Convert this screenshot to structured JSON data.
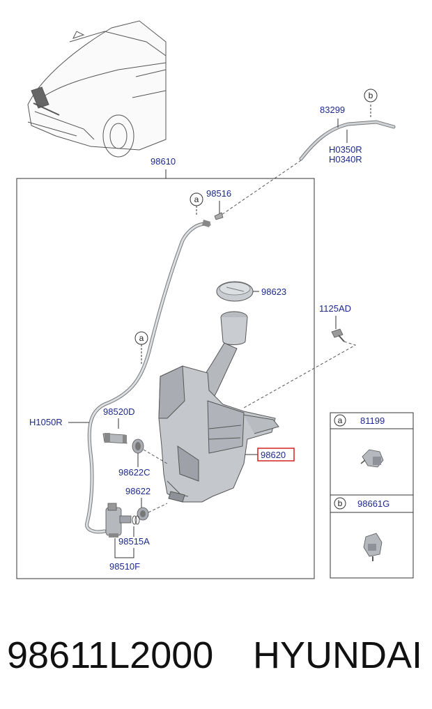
{
  "labels": {
    "p83299": "83299",
    "ph0350r": "H0350R",
    "ph0340r": "H0340R",
    "p98610": "98610",
    "p98516": "98516",
    "p98623": "98623",
    "p1125ad": "1125AD",
    "ph1050r": "H1050R",
    "p98520d": "98520D",
    "p98622c": "98622C",
    "p98620": "98620",
    "p98622": "98622",
    "p98515a": "98515A",
    "p98510f": "98510F",
    "p81199": "81199",
    "p98661g": "98661G"
  },
  "circle_markers": {
    "a": "a",
    "b": "b"
  },
  "caption": {
    "part_number": "98611L2000",
    "brand": "HYUNDAI"
  },
  "colors": {
    "label_text": "#1d2a8c",
    "highlight_box": "#d42020",
    "line": "#333333",
    "part_fill": "#c9ccd0",
    "part_shade": "#9ea2a8"
  }
}
